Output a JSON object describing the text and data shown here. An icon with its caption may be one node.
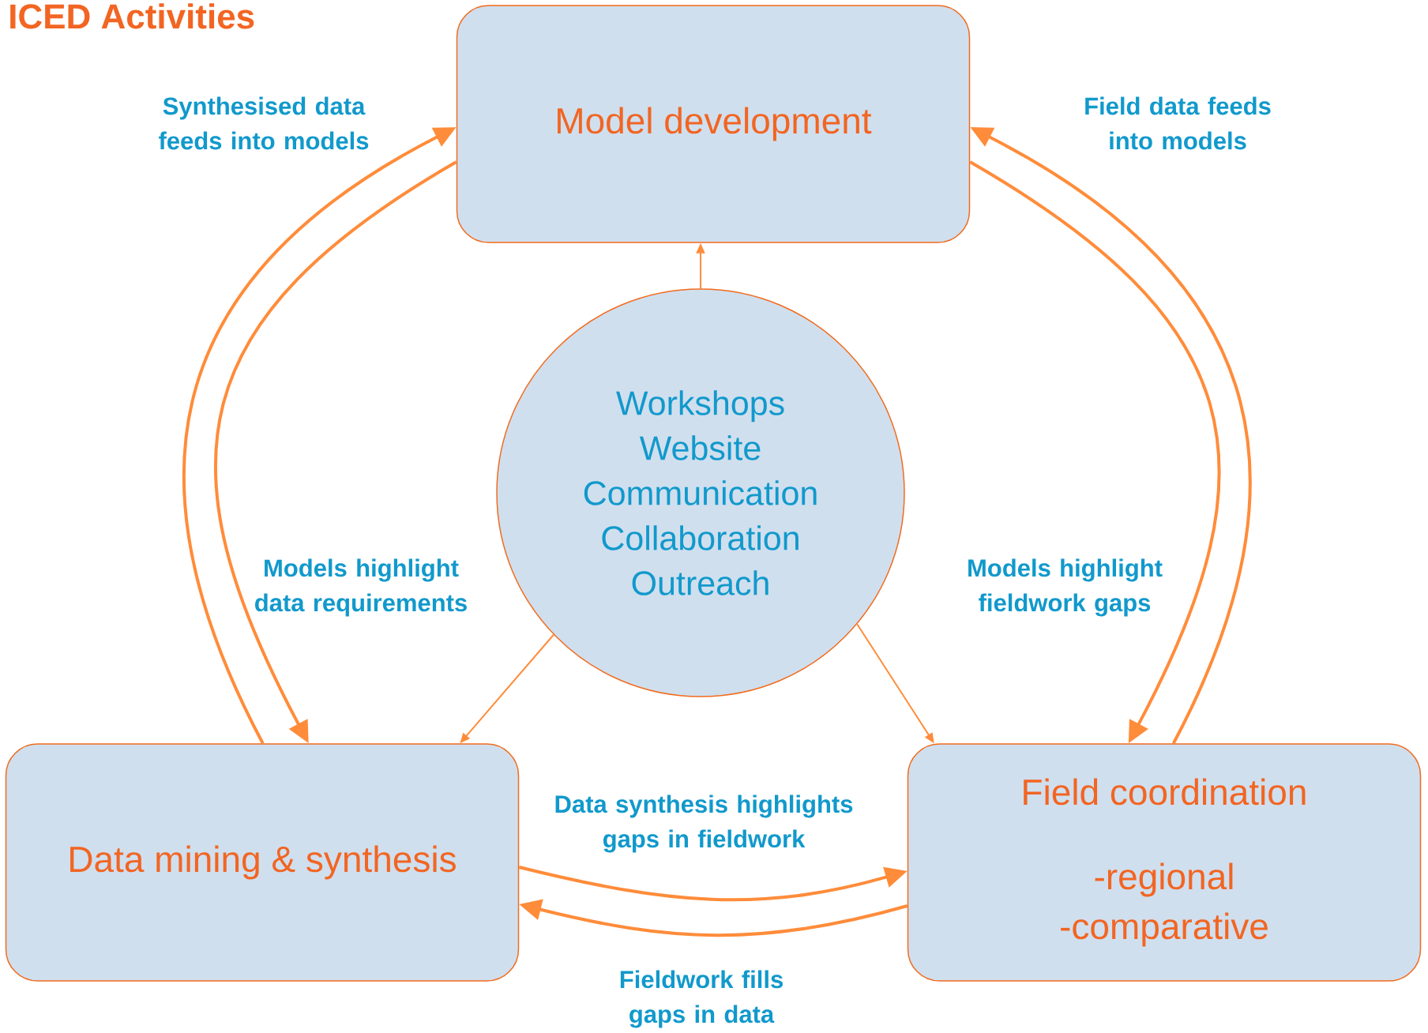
{
  "diagram": {
    "title": "ICED Activities",
    "nodes": [
      {
        "text": [
          "Model development"
        ]
      },
      {
        "text": [
          "Workshops",
          "Website",
          "Communication",
          "Collaboration",
          "Outreach"
        ]
      },
      {
        "text": [
          "Data mining & synthesis"
        ]
      },
      {
        "text": [
          "Field coordination",
          "-regional",
          "-comparative"
        ]
      }
    ],
    "edges": [
      {
        "from": 2,
        "to": 0,
        "arrow": "to",
        "label": "Synthesised data feeds into models"
      },
      {
        "from": 0,
        "to": 2,
        "arrow": "to",
        "label": "Models highlight data requirements"
      },
      {
        "from": 3,
        "to": 0,
        "arrow": "to",
        "label": "Field data feeds into models"
      },
      {
        "from": 0,
        "to": 3,
        "arrow": "to",
        "label": "Models highlight fieldwork gaps"
      },
      {
        "from": 2,
        "to": 3,
        "arrow": "to",
        "label": "Data synthesis highlights gaps in fieldwork"
      },
      {
        "from": 3,
        "to": 2,
        "arrow": "to",
        "label": "Fieldwork fills gaps in data"
      },
      {
        "from": 1,
        "to": 0,
        "arrow": "to"
      },
      {
        "from": 1,
        "to": 2,
        "arrow": "to"
      },
      {
        "from": 1,
        "to": 3,
        "arrow": "to"
      }
    ]
  }
}
